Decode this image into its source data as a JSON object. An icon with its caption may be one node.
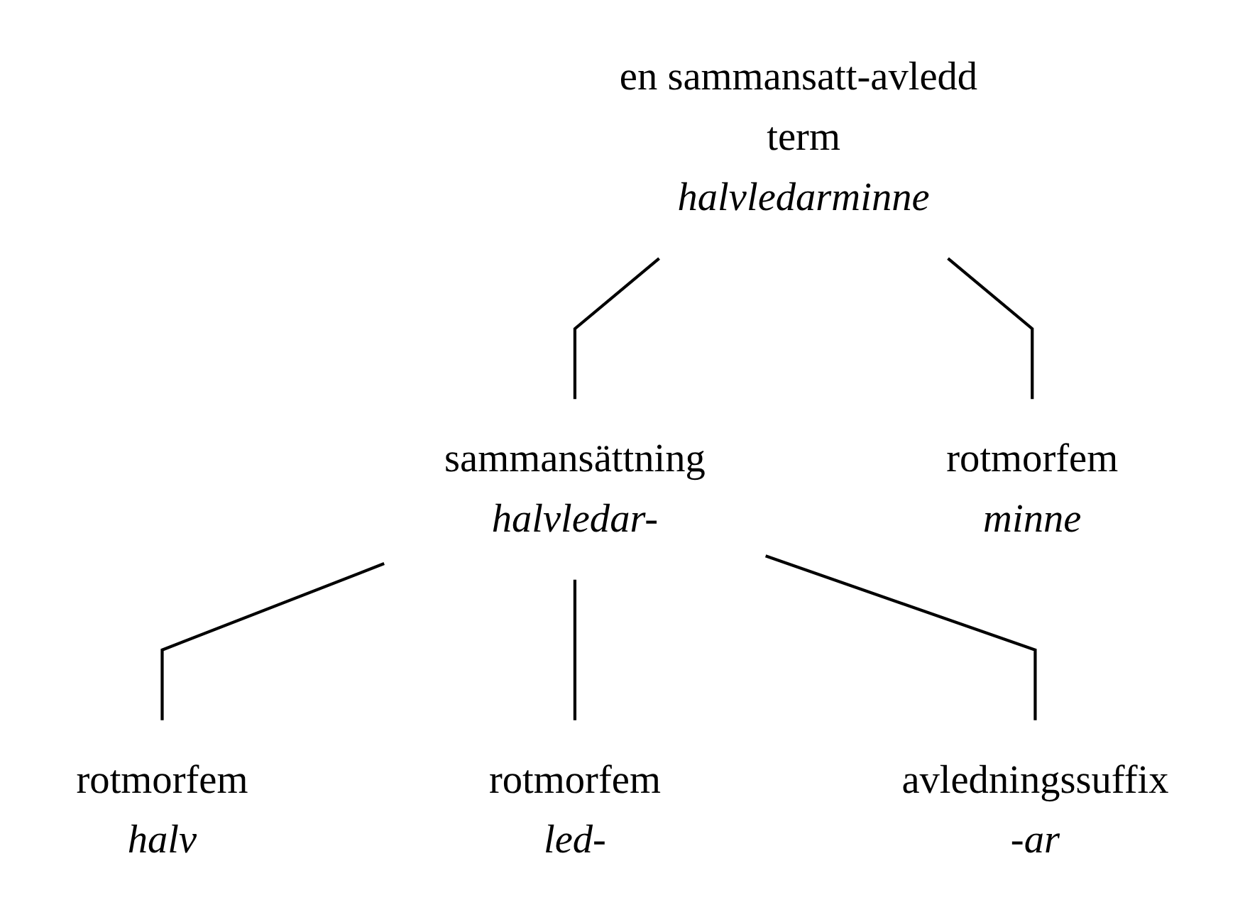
{
  "diagram": {
    "nodes": [
      {
        "text": [
          "en sammansatt-avledd term",
          "halvledarminne"
        ]
      },
      {
        "text": [
          "sammansättning",
          "halvledar-"
        ]
      },
      {
        "text": [
          "rotmorfem",
          "minne"
        ]
      },
      {
        "text": [
          "rotmorfem",
          "halv"
        ]
      },
      {
        "text": [
          "rotmorfem",
          "led-"
        ]
      },
      {
        "text": [
          "avledningssuffix",
          "-ar"
        ]
      }
    ],
    "edges": [
      {
        "from": 0,
        "to": 1,
        "arrow": "none"
      },
      {
        "from": 0,
        "to": 2,
        "arrow": "none"
      },
      {
        "from": 1,
        "to": 3,
        "arrow": "none"
      },
      {
        "from": 1,
        "to": 4,
        "arrow": "none"
      },
      {
        "from": 1,
        "to": 5,
        "arrow": "none"
      }
    ]
  }
}
